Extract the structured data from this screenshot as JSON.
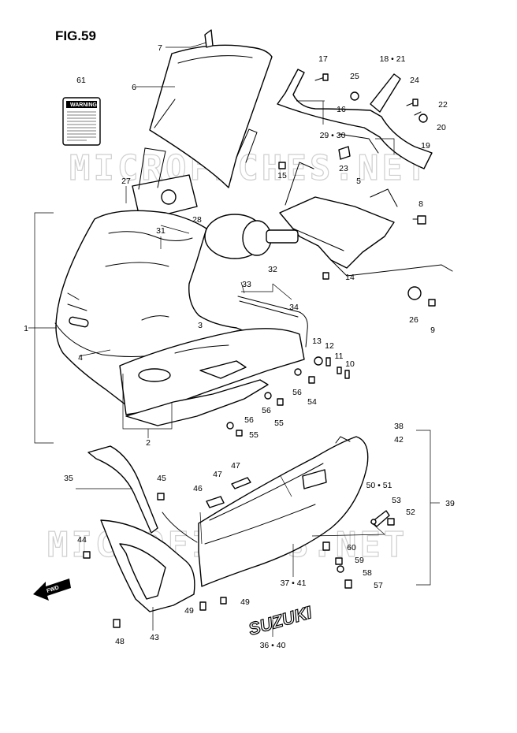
{
  "figure": {
    "title": "FIG.59"
  },
  "watermark": {
    "text": "MICROFICHES.NET"
  },
  "warning_label": {
    "heading": "WARNING"
  },
  "logo": {
    "text": "SUZUKI"
  },
  "fwd": {
    "text": "FWD"
  },
  "callouts": [
    "7",
    "6",
    "61",
    "17",
    "18 • 21",
    "25",
    "24",
    "16",
    "22",
    "20",
    "29 • 30",
    "19",
    "23",
    "15",
    "27",
    "5",
    "8",
    "28",
    "31",
    "32",
    "33",
    "34",
    "14",
    "26",
    "9",
    "1",
    "3",
    "13",
    "12",
    "11",
    "10",
    "4",
    "56",
    "54",
    "56",
    "55",
    "56",
    "55",
    "2",
    "38",
    "42",
    "35",
    "45",
    "47",
    "47",
    "46",
    "50 • 51",
    "53",
    "52",
    "39",
    "44",
    "60",
    "59",
    "58",
    "57",
    "37 • 41",
    "49",
    "49",
    "48",
    "43",
    "36 • 40"
  ]
}
